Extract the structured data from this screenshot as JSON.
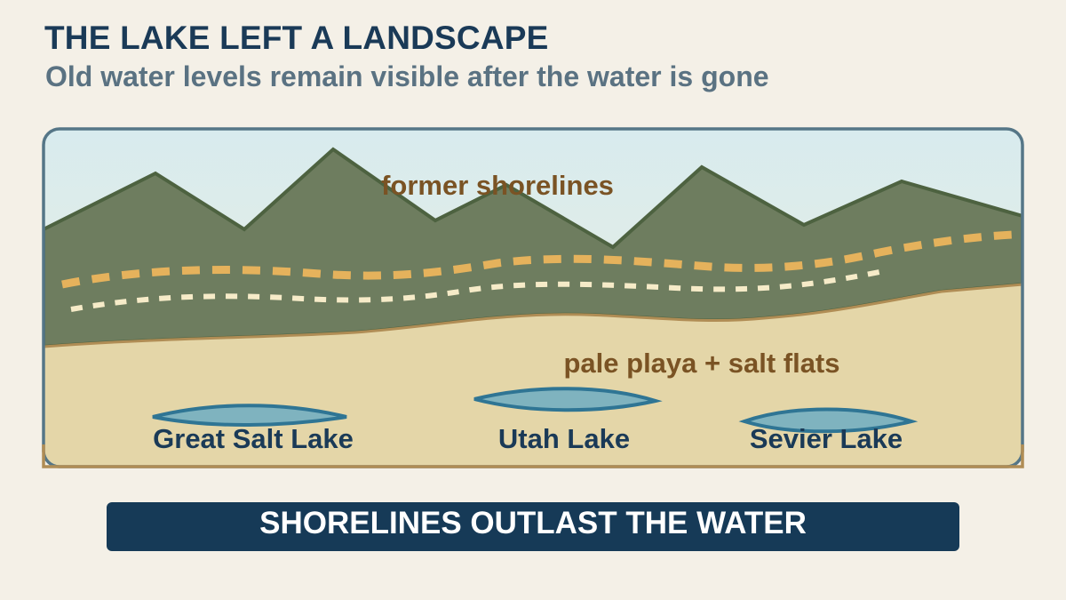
{
  "header": {
    "title": "THE LAKE LEFT A LANDSCAPE",
    "subtitle": "Old water levels remain visible after the water is gone"
  },
  "diagram": {
    "labels": {
      "shorelines": "former shorelines",
      "playa": "pale playa + salt flats"
    },
    "lakes": [
      {
        "name": "Great Salt Lake"
      },
      {
        "name": "Utah Lake"
      },
      {
        "name": "Sevier Lake"
      }
    ],
    "colors": {
      "sky_top": "#d8ebee",
      "sky_bottom": "#e9ecdd",
      "mountains": "#6e7d5f",
      "mountain_edge": "#4d6240",
      "playa": "#e4d6a8",
      "playa_edge": "#b08d55",
      "upper_shoreline": "#e5b25c",
      "lower_shoreline": "#f6ebc8",
      "lake_fill": "#7fb3bf",
      "lake_edge": "#2f7594",
      "label_brown": "#7a5324",
      "label_navy": "#1a3a57",
      "frame": "#557687"
    }
  },
  "footer": {
    "banner": "SHORELINES OUTLAST THE WATER"
  }
}
